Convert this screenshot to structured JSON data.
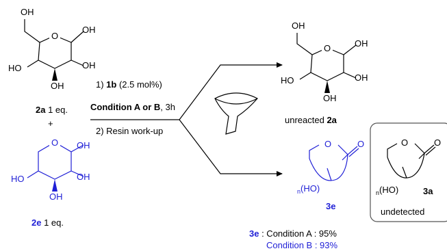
{
  "glucose": {
    "oh_top": "OH",
    "oh_right": "OH",
    "ho_left": "HO",
    "oh_low": "OH",
    "oh_bottom": "OH"
  },
  "glucose_product": {
    "oh_top": "OH",
    "oh_right": "OH",
    "ho_left": "HO",
    "oh_low": "OH",
    "oh_bottom": "OH"
  },
  "xylose": {
    "oh_right": "OH",
    "ho_left": "HO",
    "oh_low": "OH",
    "oh_bottom": "OH"
  },
  "ring_o": "O",
  "label_2a": {
    "bold": "2a",
    "rest": " 1 eq."
  },
  "plus": "+",
  "label_2e": {
    "bold": "2e",
    "rest": " 1 eq."
  },
  "conditions": {
    "step1_prefix": "1) ",
    "step1_bold": "1b",
    "step1_rest": " (2.5 mol%)",
    "cond_bold": "Condition A or B",
    "cond_rest": ", 3h",
    "step2": "2) Resin work-up"
  },
  "unreacted": {
    "text": "unreacted ",
    "bold": "2a"
  },
  "lactone_3e": {
    "o_ring": "O",
    "o_carbonyl": "O",
    "n": "n",
    "hoh": "(HO)",
    "label": "3e"
  },
  "lactone_3a": {
    "o_ring": "O",
    "o_carbonyl": "O",
    "n": "n",
    "hoh": "(HO)",
    "label": "3a",
    "status": "undetected"
  },
  "yields": {
    "bold": "3e",
    "line1": " : Condition A : 95%",
    "line2": "Condition B : 93%"
  },
  "colors": {
    "blue": "#1f1fd6",
    "black": "#000000",
    "box_border": "#555555"
  },
  "icons": {
    "filter": "funnel-icon"
  }
}
